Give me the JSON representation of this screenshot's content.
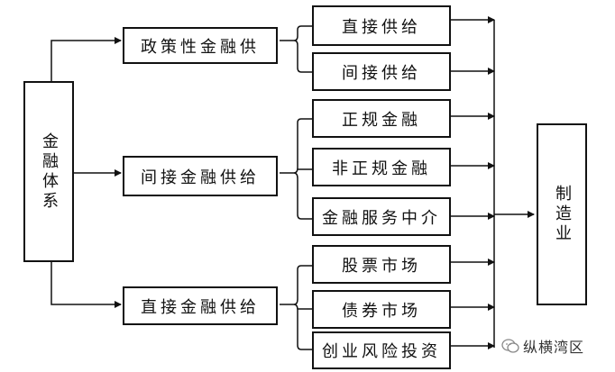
{
  "root": "金融体系",
  "branches": [
    {
      "label": "政策性金融供",
      "items": [
        "直接供给",
        "间接供给"
      ]
    },
    {
      "label": "间接金融供给",
      "items": [
        "正规金融",
        "非正规金融",
        "金融服务中介"
      ]
    },
    {
      "label": "直接金融供给",
      "items": [
        "股票市场",
        "债券市场",
        "创业风险投资"
      ]
    }
  ],
  "target": "制造业",
  "watermark": "纵横湾区"
}
